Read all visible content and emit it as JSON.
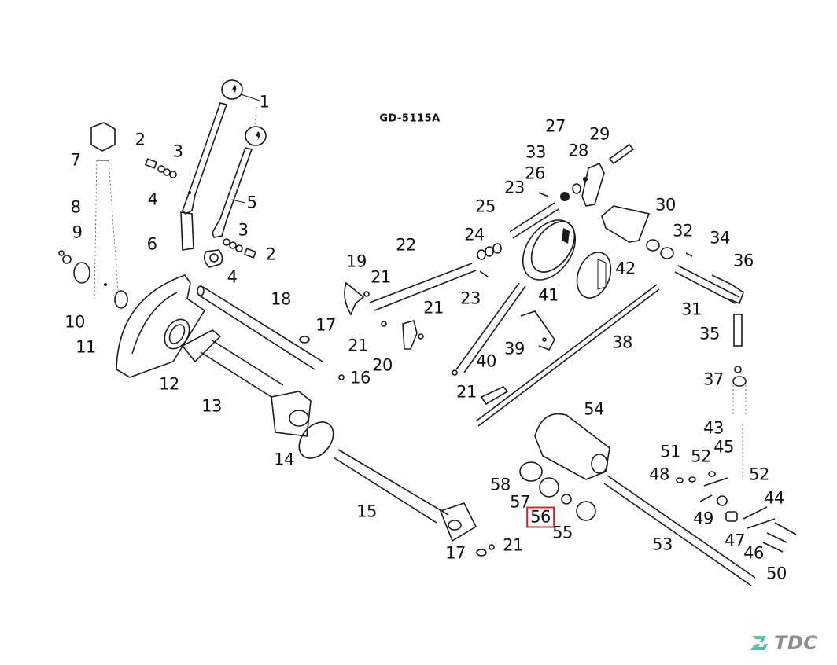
{
  "diagram": {
    "drawing_code": "GD-5115A",
    "highlighted_part": "56",
    "highlight_color": "#e0202a",
    "labels": [
      {
        "id": "1",
        "text": "1"
      },
      {
        "id": "2a",
        "text": "2"
      },
      {
        "id": "3a",
        "text": "3"
      },
      {
        "id": "4a",
        "text": "4"
      },
      {
        "id": "5",
        "text": "5"
      },
      {
        "id": "6",
        "text": "6"
      },
      {
        "id": "3b",
        "text": "3"
      },
      {
        "id": "4b",
        "text": "4"
      },
      {
        "id": "2b",
        "text": "2"
      },
      {
        "id": "7",
        "text": "7"
      },
      {
        "id": "8",
        "text": "8"
      },
      {
        "id": "9",
        "text": "9"
      },
      {
        "id": "10",
        "text": "10"
      },
      {
        "id": "11",
        "text": "11"
      },
      {
        "id": "12",
        "text": "12"
      },
      {
        "id": "13",
        "text": "13"
      },
      {
        "id": "14",
        "text": "14"
      },
      {
        "id": "15",
        "text": "15"
      },
      {
        "id": "16",
        "text": "16"
      },
      {
        "id": "17a",
        "text": "17"
      },
      {
        "id": "17b",
        "text": "17"
      },
      {
        "id": "18",
        "text": "18"
      },
      {
        "id": "19",
        "text": "19"
      },
      {
        "id": "20",
        "text": "20"
      },
      {
        "id": "21a",
        "text": "21"
      },
      {
        "id": "21b",
        "text": "21"
      },
      {
        "id": "21c",
        "text": "21"
      },
      {
        "id": "21d",
        "text": "21"
      },
      {
        "id": "21e",
        "text": "21"
      },
      {
        "id": "22",
        "text": "22"
      },
      {
        "id": "23a",
        "text": "23"
      },
      {
        "id": "23b",
        "text": "23"
      },
      {
        "id": "24",
        "text": "24"
      },
      {
        "id": "25",
        "text": "25"
      },
      {
        "id": "26",
        "text": "26"
      },
      {
        "id": "27",
        "text": "27"
      },
      {
        "id": "28",
        "text": "28"
      },
      {
        "id": "29",
        "text": "29"
      },
      {
        "id": "30",
        "text": "30"
      },
      {
        "id": "31",
        "text": "31"
      },
      {
        "id": "32",
        "text": "32"
      },
      {
        "id": "33",
        "text": "33"
      },
      {
        "id": "34",
        "text": "34"
      },
      {
        "id": "35",
        "text": "35"
      },
      {
        "id": "36",
        "text": "36"
      },
      {
        "id": "37",
        "text": "37"
      },
      {
        "id": "38",
        "text": "38"
      },
      {
        "id": "39",
        "text": "39"
      },
      {
        "id": "40",
        "text": "40"
      },
      {
        "id": "41",
        "text": "41"
      },
      {
        "id": "42",
        "text": "42"
      },
      {
        "id": "43",
        "text": "43"
      },
      {
        "id": "44",
        "text": "44"
      },
      {
        "id": "45",
        "text": "45"
      },
      {
        "id": "46",
        "text": "46"
      },
      {
        "id": "47",
        "text": "47"
      },
      {
        "id": "48",
        "text": "48"
      },
      {
        "id": "49",
        "text": "49"
      },
      {
        "id": "50",
        "text": "50"
      },
      {
        "id": "51",
        "text": "51"
      },
      {
        "id": "52a",
        "text": "52"
      },
      {
        "id": "52b",
        "text": "52"
      },
      {
        "id": "53",
        "text": "53"
      },
      {
        "id": "54",
        "text": "54"
      },
      {
        "id": "55",
        "text": "55"
      },
      {
        "id": "56",
        "text": "56"
      },
      {
        "id": "57",
        "text": "57"
      },
      {
        "id": "58",
        "text": "58"
      }
    ]
  },
  "branding": {
    "logo_text": "TDC",
    "logo_icon": "tdc-logo-icon",
    "logo_color": "#8a8d93",
    "logo_icon_colors": [
      "#7ed07a",
      "#3fb3d8"
    ]
  }
}
